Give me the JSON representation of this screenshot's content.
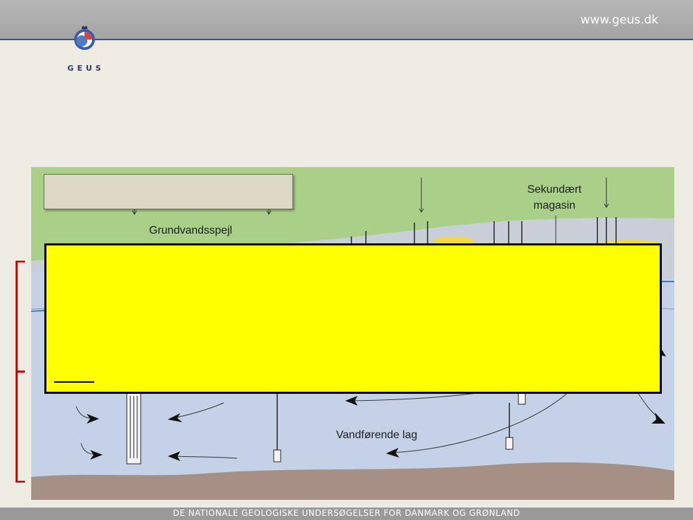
{
  "header": {
    "url_text": "www.geus.dk",
    "logo_text": "GEUS"
  },
  "diagram": {
    "labels": {
      "groundwater_table": "Grundvandsspejl",
      "secondary_reservoir": "Sekundært\nmagasin",
      "aquifer": "Vandførende lag"
    }
  },
  "footer": {
    "text": "DE NATIONALE GEOLOGISKE UNDERSØGELSER FOR DANMARK OG GRØNLAND"
  },
  "colors": {
    "surface": "#a9cf89",
    "unsaturated": "#c9cfd8",
    "aquifer": "#c5d1e6",
    "bedrock": "#a69085",
    "water_line": "#4a7ab7",
    "highlight": "#ffff00",
    "bracket": "#c00000"
  }
}
